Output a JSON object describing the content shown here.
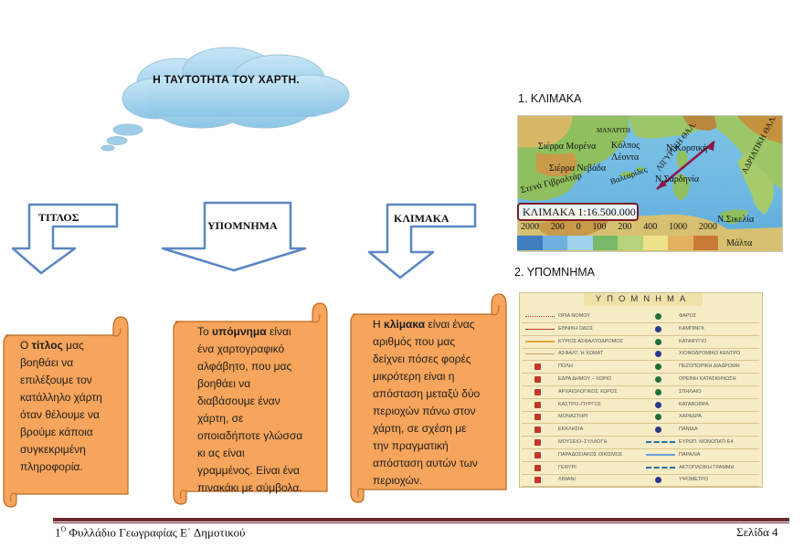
{
  "cloud": {
    "title": "Η ΤΑΥΤΟΤΗΤΑ ΤΟΥ ΧΑΡΤΗ."
  },
  "arrows": [
    {
      "label": "ΤΙΤΛΟΣ"
    },
    {
      "label": "ΥΠΟΜΝΗΜΑ"
    },
    {
      "label": "ΚΛΙΜΑΚΑ"
    }
  ],
  "scrolls": [
    {
      "lines": [
        {
          "pre": "Ο ",
          "bold": "τίτλος",
          "post": " μας"
        },
        {
          "pre": "βοηθάει να",
          "bold": "",
          "post": ""
        },
        {
          "pre": "επιλέξουμε τον",
          "bold": "",
          "post": ""
        },
        {
          "pre": "κατάλληλο χάρτη",
          "bold": "",
          "post": ""
        },
        {
          "pre": "όταν θέλουμε να",
          "bold": "",
          "post": ""
        },
        {
          "pre": "βρούμε κάποια",
          "bold": "",
          "post": ""
        },
        {
          "pre": "συγκεκριμένη",
          "bold": "",
          "post": ""
        },
        {
          "pre": "πληροφορία.",
          "bold": "",
          "post": ""
        }
      ]
    },
    {
      "lines": [
        {
          "pre": "Το ",
          "bold": "υπόμνημα",
          "post": " είναι"
        },
        {
          "pre": "ένα χαρτογραφικό",
          "bold": "",
          "post": ""
        },
        {
          "pre": "αλφάβητο, που μας",
          "bold": "",
          "post": ""
        },
        {
          "pre": "βοηθάει να",
          "bold": "",
          "post": ""
        },
        {
          "pre": "διαβάσουμε έναν",
          "bold": "",
          "post": ""
        },
        {
          "pre": "χάρτη, σε",
          "bold": "",
          "post": ""
        },
        {
          "pre": "οποιαδήποτε γλώσσα",
          "bold": "",
          "post": ""
        },
        {
          "pre": "κι ας είναι",
          "bold": "",
          "post": ""
        },
        {
          "pre": "γραμμένος. Είναι ένα",
          "bold": "",
          "post": ""
        },
        {
          "pre": "πινακάκι με σύμβολα.",
          "bold": "",
          "post": ""
        }
      ]
    },
    {
      "lines": [
        {
          "pre": "Η ",
          "bold": "κλίμακα",
          "post": " είναι ένας"
        },
        {
          "pre": "αριθμός που μας",
          "bold": "",
          "post": ""
        },
        {
          "pre": "δείχνει πόσες φορές",
          "bold": "",
          "post": ""
        },
        {
          "pre": "μικρότερη είναι η",
          "bold": "",
          "post": ""
        },
        {
          "pre": "απόσταση μεταξύ δύο",
          "bold": "",
          "post": ""
        },
        {
          "pre": "περιοχών πάνω στον",
          "bold": "",
          "post": ""
        },
        {
          "pre": "χάρτη, σε σχέση με",
          "bold": "",
          "post": ""
        },
        {
          "pre": "την πραγματική",
          "bold": "",
          "post": ""
        },
        {
          "pre": "απόσταση αυτών των",
          "bold": "",
          "post": ""
        },
        {
          "pre": "περιοχών.",
          "bold": "",
          "post": ""
        }
      ]
    }
  ],
  "right": {
    "scale_heading": "1. ΚΛΙΜΑΚΑ",
    "legend_heading": "2. ΥΠΟΜΝΗΜΑ",
    "map": {
      "labels": [
        "Σιέρρα Μορένα",
        "Σιέρρα Νεβάδα",
        "Στενά Γιβραλτάρ",
        "Κόλπος Λέοντα",
        "ΛΙΓΥΡΙΚΗ ΘΑΛ.",
        "Ν.Κορσική",
        "Ν.Σαρδηνία",
        "Βαλεαρίδες",
        "ΜΑΝΑΡΙΤΗ",
        "ΑΔΡΙΑΤΙΚΗ ΘΑΛ.",
        "Ν.Σικελία",
        "Μάλτα"
      ],
      "scale_text": "ΚΛΙΜΑΚΑ 1:16.500.000",
      "elevation_numbers": [
        "2000",
        "200",
        "0",
        "100",
        "200",
        "400",
        "1000",
        "2000"
      ],
      "elevation_colors": [
        "#3e7fc1",
        "#6fb0de",
        "#9ed3ef",
        "#79b96a",
        "#b7d27a",
        "#efe08a",
        "#e4b25e",
        "#c97a35"
      ]
    },
    "legend": {
      "title": "ΥΠΟΜΝΗΜΑ",
      "left_items": [
        "ΟΡΙΑ ΝΟΜΟΥ",
        "ΕΘΝΙΚΗ ΟΔΟΣ",
        "ΚΥΡΙΟΣ ΑΣΦΑΛΤΟΔΡΟΜΟΣ",
        "ΑΣΦΑΛΤ. Ή ΧΩΜΑΤ",
        "ΠΟΛΗ",
        "ΕΔΡΑ ΔΗΜΟΥ – ΧΩΡΙΟ",
        "ΑΡΧΑΙΟΛΟΓΙΚΟΣ ΧΩΡΟΣ",
        "ΚΑΣΤΡΟ–ΠΥΡΓΟΣ",
        "ΜΟΝΑΣΤΗΡΙ",
        "ΕΚΚΛΗΣΙΑ",
        "ΜΟΥΣΕΙΟ–ΣΥΛΛΟΓΗ",
        "ΠΑΡΑΔΟΣΙΑΚΟΣ ΟΙΚΙΣΜΟΣ",
        "ΓΕΦΥΡΙ",
        "ΛΙΜΑΝΙ"
      ],
      "right_items": [
        "ΦΑΡΟΣ",
        "ΚΑΜΠΙΝΓΚ",
        "ΚΑΤΑΦΥΓΙΟ",
        "ΧΙΟΝΟΔΡΟΜΙΚΟ ΚΕΝΤΡΟ",
        "ΠΕΖΟΠΟΡΙΚΗ ΔΙΑΔΡΟΜΗ",
        "ΟΡΕΙΝΗ ΚΑΤΑΣΚΗΝΩΣΗ",
        "ΣΠΗΛΑΙΟ",
        "ΚΑΤΑΒΟΘΡΑ",
        "ΧΑΡΑΔΡΑ",
        "ΠΑΝΙΔΑ",
        "ΕΥΡΩΠ. ΜΟΝΟΠΑΤΙ Ε4",
        "ΠΑΡΑΛΙΑ",
        "ΑΚΤΟΠΛΟΙΚΗ ΓΡΑΜΜΗ",
        "ΥΨΟΜΕΤΡΟ"
      ]
    }
  },
  "footer": {
    "left_number": "1",
    "left_sup": "Ο",
    "left_text": " Φυλλάδιο Γεωγραφίας Ε΄ Δημοτικού",
    "right_text": "Σελίδα 4"
  },
  "colors": {
    "cloud_fill": "#a9d6ee",
    "cloud_stroke": "#9ec4d8",
    "arrow_fill": "#ffffff",
    "arrow_stroke": "#5a86c4",
    "scroll_fill": "#f7a55c",
    "scroll_stroke": "#b86a22",
    "footer_rule": "#6b2b2b"
  }
}
